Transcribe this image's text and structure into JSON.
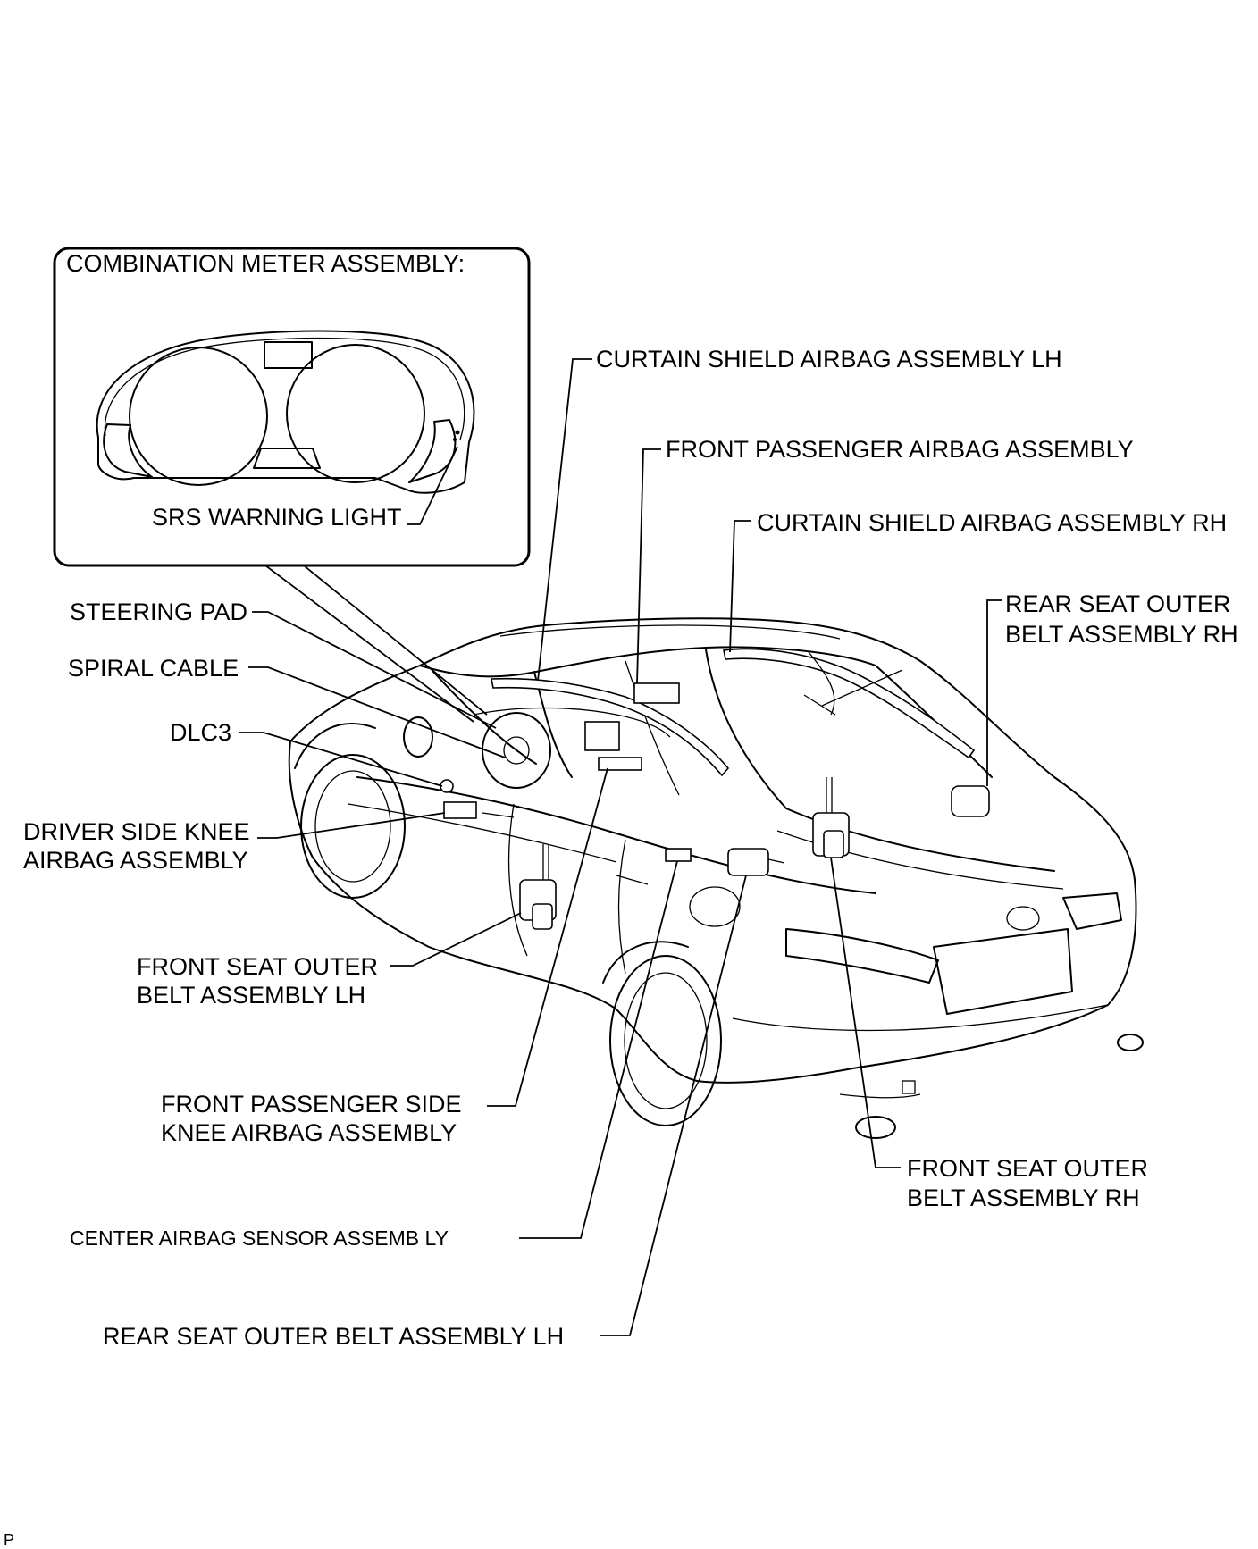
{
  "inset": {
    "title": "COMBINATION METER ASSEMBLY:",
    "srs_warning_light": "SRS WARNING LIGHT"
  },
  "labels": {
    "curtain_lh": "CURTAIN SHIELD AIRBAG ASSEMBLY  LH",
    "front_passenger_airbag": "FRONT PASSENGER AIRBAG ASSEMBLY",
    "curtain_rh": "CURTAIN SHIELD AIRBAG ASSEMBLY RH",
    "rear_belt_rh_1": "REAR SEAT OUTER",
    "rear_belt_rh_2": "BELT ASSEMBLY RH",
    "steering_pad": "STEERING PAD",
    "spiral_cable": "SPIRAL CABLE",
    "dlc3": "DLC3",
    "driver_knee_1": "DRIVER SIDE KNEE",
    "driver_knee_2": "AIRBAG ASSEMBLY",
    "front_belt_lh_1": "FRONT SEAT OUTER",
    "front_belt_lh_2": "BELT ASSEMBLY LH",
    "pass_knee_1": "FRONT PASSENGER SIDE",
    "pass_knee_2": "KNEE AIRBAG ASSEMBLY",
    "front_belt_rh_1": "FRONT SEAT OUTER",
    "front_belt_rh_2": "BELT ASSEMBLY RH",
    "center_sensor": "CENTER AIRBAG SENSOR ASSEMB   LY",
    "rear_belt_lh": "REAR SEAT OUTER BELT ASSEMBLY  LH"
  },
  "corner_mark": "P"
}
